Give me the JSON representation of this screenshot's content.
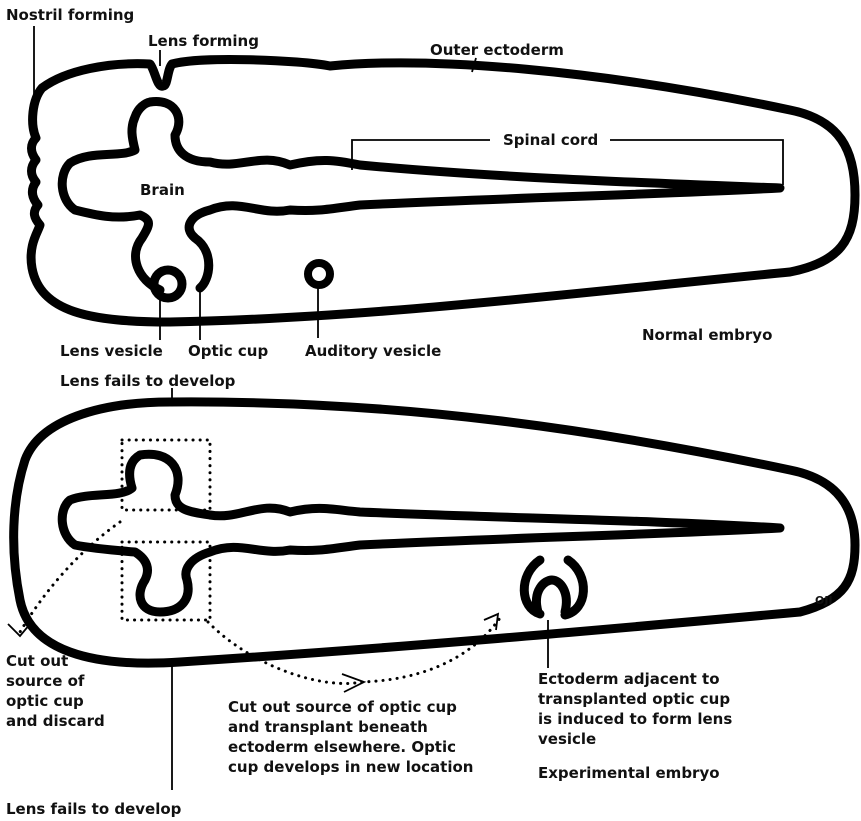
{
  "normal": {
    "nostril_label": "Nostril forming",
    "lens_forming_label": "Lens forming",
    "outer_ectoderm_label": "Outer ectoderm",
    "spinal_cord_label": "Spinal cord",
    "brain_label": "Brain",
    "lens_vesicle_label": "Lens vesicle",
    "optic_cup_label": "Optic cup",
    "auditory_vesicle_label": "Auditory vesicle",
    "caption": "Normal embryo"
  },
  "experimental": {
    "lens_fails_top_label": "Lens fails to develop",
    "lens_fails_bottom_label": "Lens fails to develop",
    "cut_discard_lines": [
      "Cut out",
      "source of",
      "optic cup",
      "and discard"
    ],
    "transplant_lines": [
      "Cut out source of optic cup",
      "and transplant beneath",
      "ectoderm elsewhere. Optic",
      "cup develops in new location"
    ],
    "induced_lines": [
      "Ectoderm adjacent to",
      "transplanted optic cup",
      "is induced to form lens",
      "vesicle"
    ],
    "caption": "Experimental embryo",
    "artist_mark": "OJI"
  }
}
